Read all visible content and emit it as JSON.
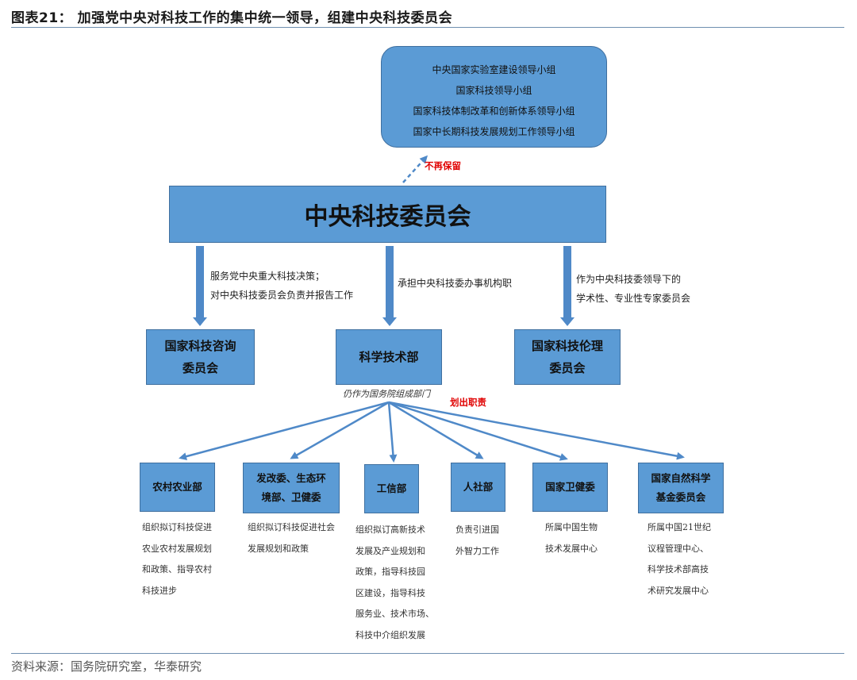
{
  "header": {
    "title": "图表21： 加强党中央对科技工作的集中统一领导，组建中央科技委员会"
  },
  "leading_groups": {
    "items": [
      "中央国家实验室建设领导小组",
      "国家科技领导小组",
      "国家科技体制改革和创新体系领导小组",
      "国家中长期科技发展规划工作领导小组"
    ],
    "note": "不再保留"
  },
  "central": {
    "label": "中央科技委员会"
  },
  "branches": {
    "left": {
      "note_lines": [
        "服务党中央重大科技决策；",
        "对中央科技委员会负责并报告工作"
      ],
      "box_lines": [
        "国家科技咨询",
        "委员会"
      ]
    },
    "middle": {
      "note": "承担中央科技委办事机构职",
      "box": "科学技术部",
      "sub": "仍作为国务院组成部门",
      "red": "划出职责"
    },
    "right": {
      "note_lines": [
        "作为中央科技委领导下的",
        "学术性、专业性专家委员会"
      ],
      "box_lines": [
        "国家科技伦理",
        "委员会"
      ]
    }
  },
  "departments": [
    {
      "name_lines": [
        "农村农业部"
      ],
      "desc_lines": [
        "组织拟订科技促进",
        "农业农村发展规划",
        "和政策、指导农村",
        "科技进步"
      ]
    },
    {
      "name_lines": [
        "发改委、生态环",
        "境部、卫健委"
      ],
      "desc_lines": [
        "组织拟订科技促进社会",
        "发展规划和政策"
      ]
    },
    {
      "name_lines": [
        "工信部"
      ],
      "desc_lines": [
        "组织拟订高新技术",
        "发展及产业规划和",
        "政策，指导科技园",
        "区建设，指导科技",
        "服务业、技术市场、",
        "科技中介组织发展"
      ]
    },
    {
      "name_lines": [
        "人社部"
      ],
      "desc_lines": [
        "负责引进国",
        "外智力工作"
      ]
    },
    {
      "name_lines": [
        "国家卫健委"
      ],
      "desc_lines": [
        "所属中国生物",
        "技术发展中心"
      ]
    },
    {
      "name_lines": [
        "国家自然科学",
        "基金委员会"
      ],
      "desc_lines": [
        "所属中国21世纪",
        "议程管理中心、",
        "科学技术部高技",
        "术研究发展中心"
      ]
    }
  ],
  "footer": {
    "source": "资料来源：国务院研究室，华泰研究"
  },
  "colors": {
    "box_fill": "#5b9bd5",
    "box_border": "#3f6f9f",
    "arrow": "#4f89c8",
    "highlight": "#e00000"
  }
}
